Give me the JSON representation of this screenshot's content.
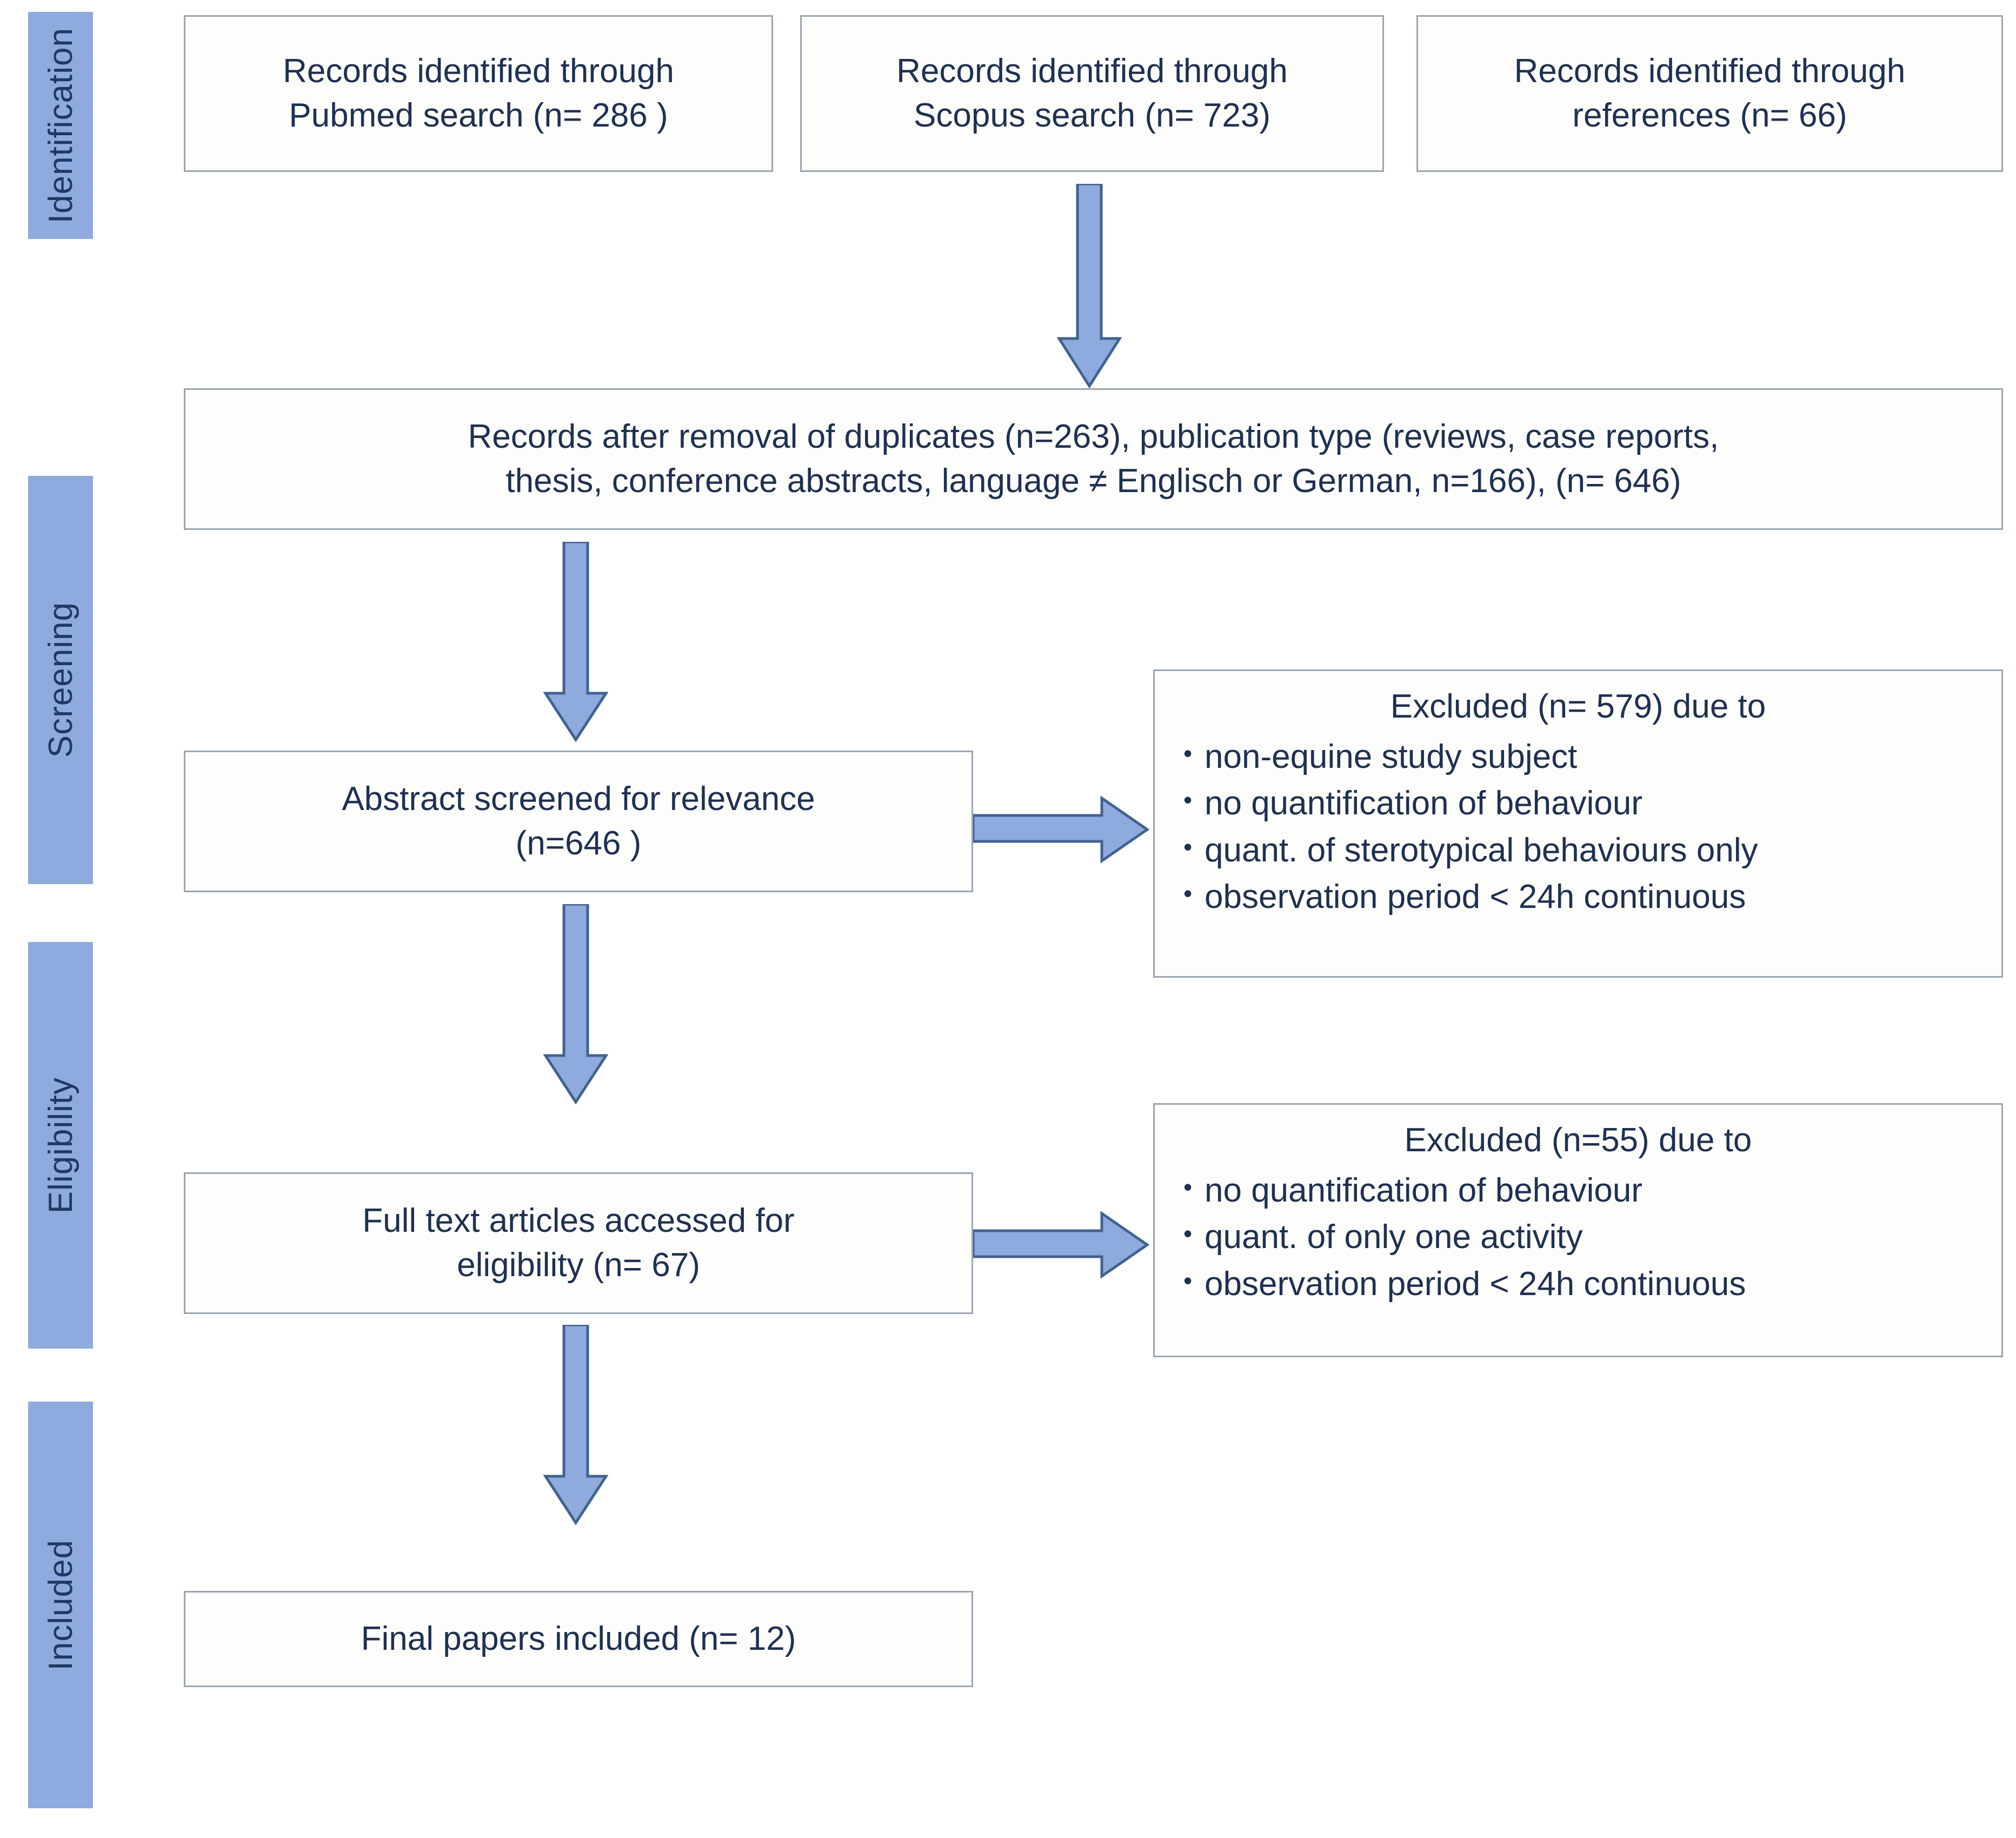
{
  "diagram": {
    "title": "PRISMA flow diagram of literature search and study selection",
    "colors": {
      "stage_bar_fill": "#8FAADC",
      "stage_label_text": "#1F3864",
      "box_border": "#9BA5AE",
      "box_fill": "#FDFDFC",
      "box_text": "#1F3050",
      "arrow_fill": "#8FAADC",
      "arrow_stroke": "#41628F"
    }
  },
  "stages": [
    {
      "id": "identification",
      "label": "Identification"
    },
    {
      "id": "screening",
      "label": "Screening"
    },
    {
      "id": "eligibility",
      "label": "Eligibility"
    },
    {
      "id": "included",
      "label": "Included"
    }
  ],
  "boxes": {
    "pubmed": {
      "line1": "Records identified through",
      "line2": "Pubmed search (n= 286 )"
    },
    "scopus": {
      "line1": "Records identified through",
      "line2": "Scopus search (n= 723)"
    },
    "references": {
      "line1": "Records identified through",
      "line2": "references (n= 66)"
    },
    "after_duplicates": {
      "line1": "Records after removal of duplicates (n=263), publication type (reviews, case reports,",
      "line2": "thesis, conference abstracts, language ≠ Englisch or German, n=166), (n= 646)"
    },
    "abstract_screened": {
      "line1": "Abstract screened for relevance",
      "line2": "(n=646 )"
    },
    "full_text": {
      "line1": "Full text articles accessed for",
      "line2": "eligibility (n= 67)"
    },
    "final_included": {
      "line1": "Final papers included (n= 12)"
    }
  },
  "exclusions": {
    "screening_excluded": {
      "title": "Excluded (n= 579) due to",
      "bullet": "•",
      "items": [
        "non-equine study subject",
        "no quantification of behaviour",
        "quant. of sterotypical behaviours only",
        "observation period < 24h continuous"
      ]
    },
    "eligibility_excluded": {
      "title": "Excluded (n=55) due to",
      "bullet": "•",
      "items": [
        "no quantification of behaviour",
        "quant. of only one activity",
        "observation period < 24h continuous"
      ]
    }
  },
  "chart_data": {
    "type": "diagram",
    "title": "PRISMA study selection flow",
    "nodes": [
      {
        "id": "pubmed",
        "stage": "Identification",
        "label": "Records identified through Pubmed search",
        "n": 286
      },
      {
        "id": "scopus",
        "stage": "Identification",
        "label": "Records identified through Scopus search",
        "n": 723
      },
      {
        "id": "references",
        "stage": "Identification",
        "label": "Records identified through references",
        "n": 66
      },
      {
        "id": "after_duplicates",
        "stage": "Identification",
        "label": "Records after removal of duplicates, publication type filters",
        "n": 646,
        "duplicates_removed": 263,
        "publication_type_removed": 166
      },
      {
        "id": "abstract_screened",
        "stage": "Screening",
        "label": "Abstract screened for relevance",
        "n": 646
      },
      {
        "id": "screening_excluded",
        "stage": "Screening",
        "label": "Excluded due to listed reasons",
        "n": 579
      },
      {
        "id": "full_text",
        "stage": "Eligibility",
        "label": "Full text articles accessed for eligibility",
        "n": 67
      },
      {
        "id": "eligibility_excluded",
        "stage": "Eligibility",
        "label": "Excluded due to listed reasons",
        "n": 55
      },
      {
        "id": "final_included",
        "stage": "Included",
        "label": "Final papers included",
        "n": 12
      }
    ],
    "edges": [
      {
        "from": "scopus",
        "to": "after_duplicates",
        "direction": "down"
      },
      {
        "from": "after_duplicates",
        "to": "abstract_screened",
        "direction": "down"
      },
      {
        "from": "abstract_screened",
        "to": "screening_excluded",
        "direction": "right"
      },
      {
        "from": "abstract_screened",
        "to": "full_text",
        "direction": "down"
      },
      {
        "from": "full_text",
        "to": "eligibility_excluded",
        "direction": "right"
      },
      {
        "from": "full_text",
        "to": "final_included",
        "direction": "down"
      }
    ]
  }
}
